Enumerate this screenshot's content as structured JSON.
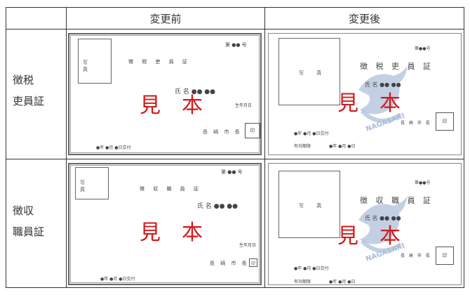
{
  "table": {
    "header": {
      "blank": "",
      "before": "変更前",
      "after": "変更後"
    },
    "rows": [
      {
        "label_line1": "徴税",
        "label_line2": "吏員証"
      },
      {
        "label_line1": "徴収",
        "label_line2": "職員証"
      }
    ]
  },
  "cards": {
    "tax_before": {
      "number": "第 ●● 号",
      "photo": "写 真",
      "title": "徴 税 吏 員 証",
      "name": "氏 名 ●● ●●",
      "sample": "見　本",
      "birth": "生年月日",
      "mayor": "長 崎 市 長",
      "seal": "印",
      "issued": "●年 ●月 ●日交付"
    },
    "tax_after": {
      "number": "第●●号",
      "photo": "写 真",
      "title": "徴 税 吏 員 証",
      "name": "氏 名 ●● ●●",
      "sample": "見　本",
      "mayor": "長 崎 市 長",
      "seal": "印",
      "issued": "●年 ●月 ●日交付",
      "expiry_label": "有効期限",
      "expiry": "●年 ●月 ●日",
      "watermark": "NAGASAKI"
    },
    "col_before": {
      "number": "第 ●● 号",
      "photo": "写 真",
      "title": "徴 収 職 員 証",
      "name": "氏 名 ●● ●●",
      "sample": "見　本",
      "birth": "生年月日",
      "mayor": "長 崎 市 長",
      "seal": "印",
      "issued": "●年 ●月 ●日交付"
    },
    "col_after": {
      "number": "第●●号",
      "photo": "写 真",
      "title": "徴 収 職 員 証",
      "name": "氏 名 ●● ●●",
      "sample": "見　本",
      "mayor": "長 崎 市 長",
      "seal": "印",
      "issued": "●年 ●月 ●日交付",
      "expiry_label": "有効期限",
      "expiry": "●年 ●月 ●日",
      "watermark": "NAGASAKI"
    }
  },
  "colors": {
    "sample_red": "#d21a1a",
    "watermark_blue": "#a9bcd8",
    "border": "#333333"
  }
}
